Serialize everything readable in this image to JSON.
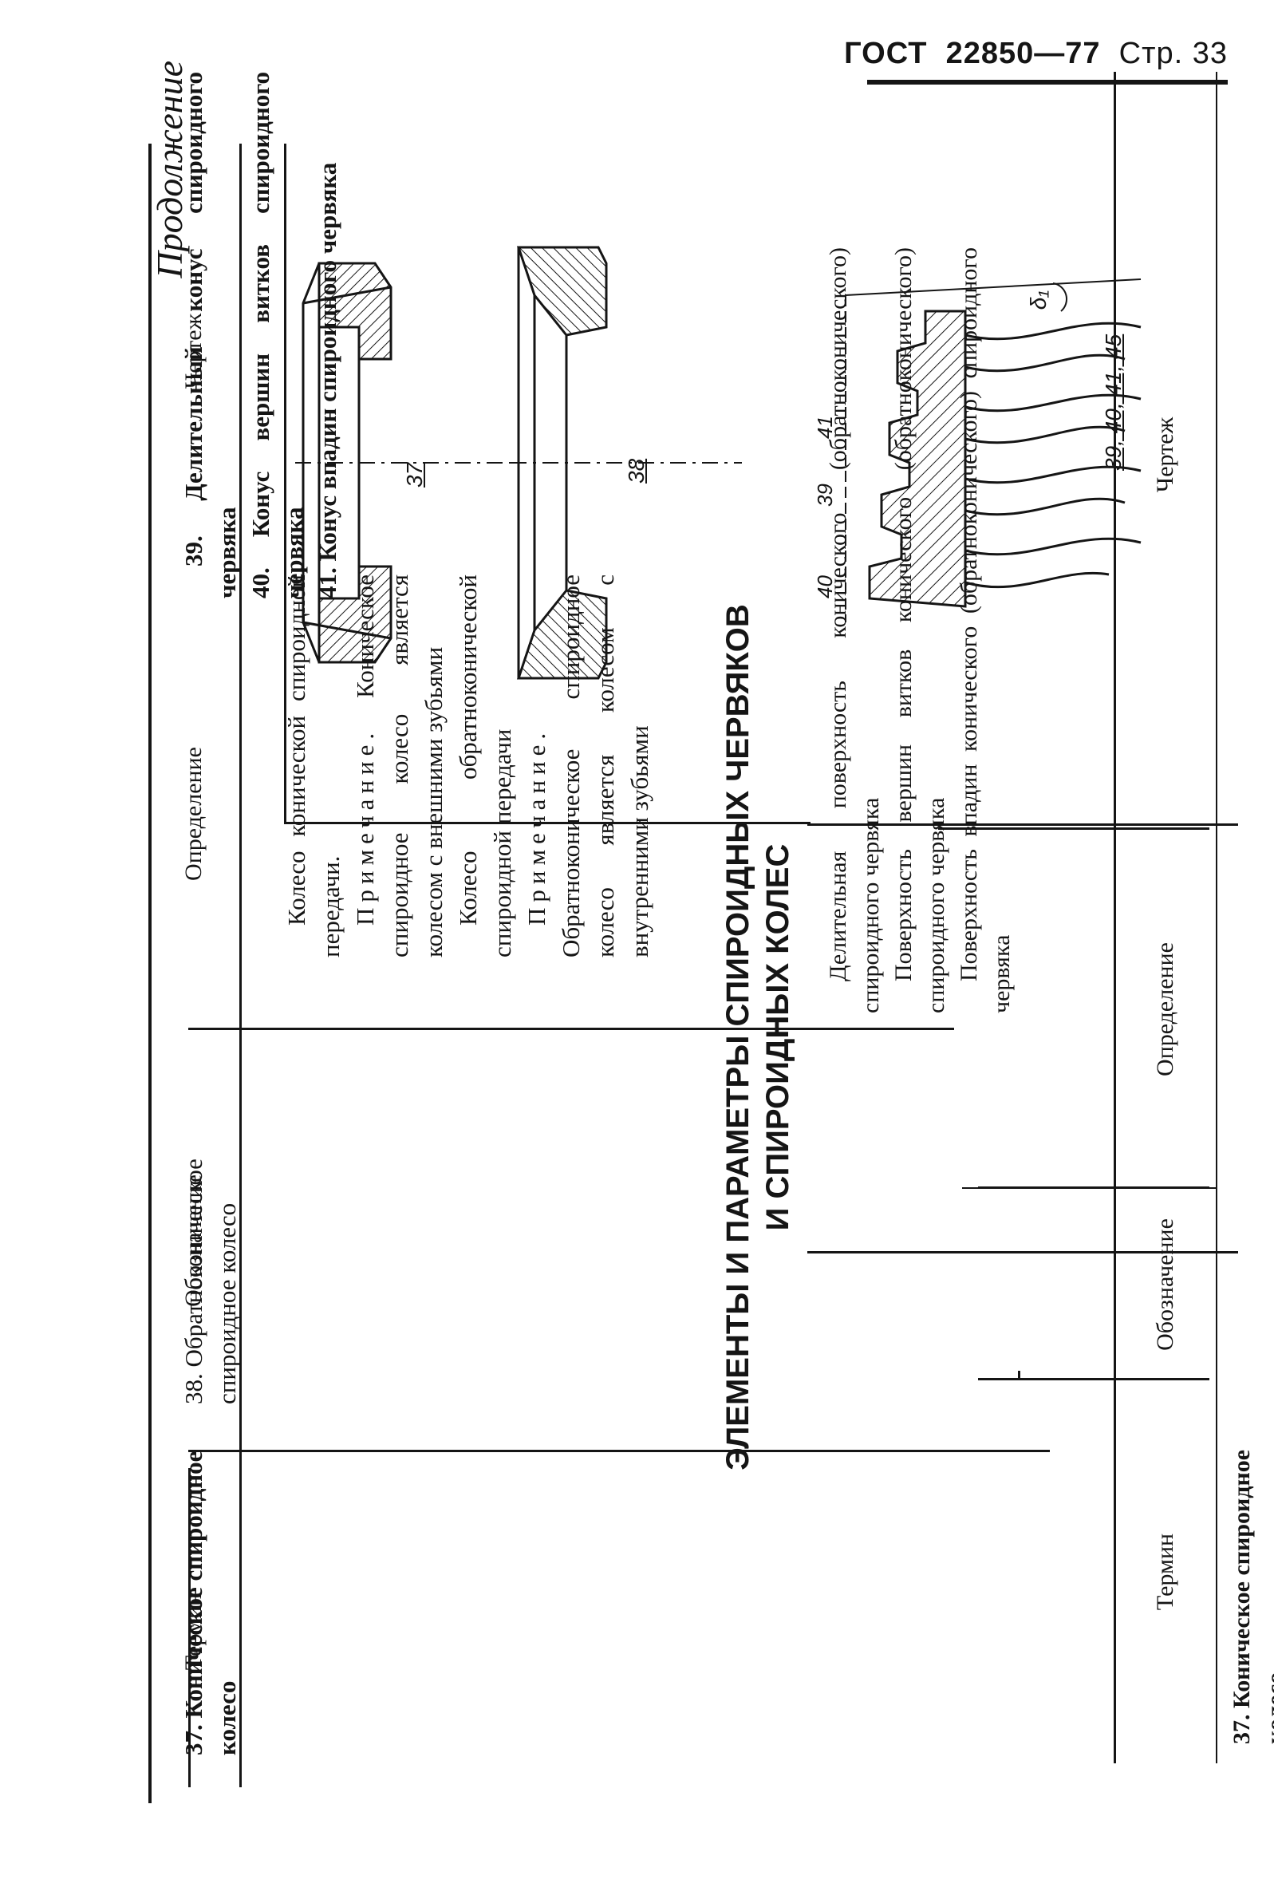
{
  "header": {
    "gost": "ГОСТ",
    "number": "22850—77",
    "page": "Стр. 33"
  },
  "continuation": "Продолжение",
  "columns": {
    "term": "Термин",
    "designation": "Обозначение",
    "definition": "Определение",
    "drawing": "Чертеж"
  },
  "rows": [
    {
      "term": "37. Коническое спироидное колесо",
      "definition": "Колесо конической спироидной передачи.",
      "note_head": "Примечание.",
      "note_text": "Коническое спироидное колесо является колесом с внешними зубьями",
      "drawing_label": "37"
    },
    {
      "term": "38. Обратноконическое спироидное колесо",
      "definition": "Колесо обратноконической спироидной передачи",
      "note_head": "Примечание.",
      "note_text": "Обратноконическое спироидное колесо является колесом с внутренними зубьями",
      "drawing_label": "38"
    }
  ],
  "section": {
    "line1": "ЭЛЕМЕНТЫ И ПАРАМЕТРЫ СПИРОИДНЫХ ЧЕРВЯКОВ",
    "line2": "И СПИРОИДНЫХ КОЛЕС"
  },
  "rows2": [
    {
      "term": "39. Делительный конус спироидного червяка",
      "definition": "Делительная поверхность конического (обратноконического) спироидного червяка"
    },
    {
      "term": "40. Конус вершин витков спироидного червяка",
      "definition": "Поверхность вершин витков конического (обратноконического) спироидного червяка"
    },
    {
      "term": "41. Конус впадин спироидного червяка",
      "definition": "Поверхность впадин конического (обратноконического) спироидного червяка"
    }
  ],
  "worm_drawing": {
    "callout_40": "40",
    "callout_39": "39",
    "callout_41": "41",
    "angle_label": "δ₁",
    "caption": "39, 40, 41, 45"
  }
}
